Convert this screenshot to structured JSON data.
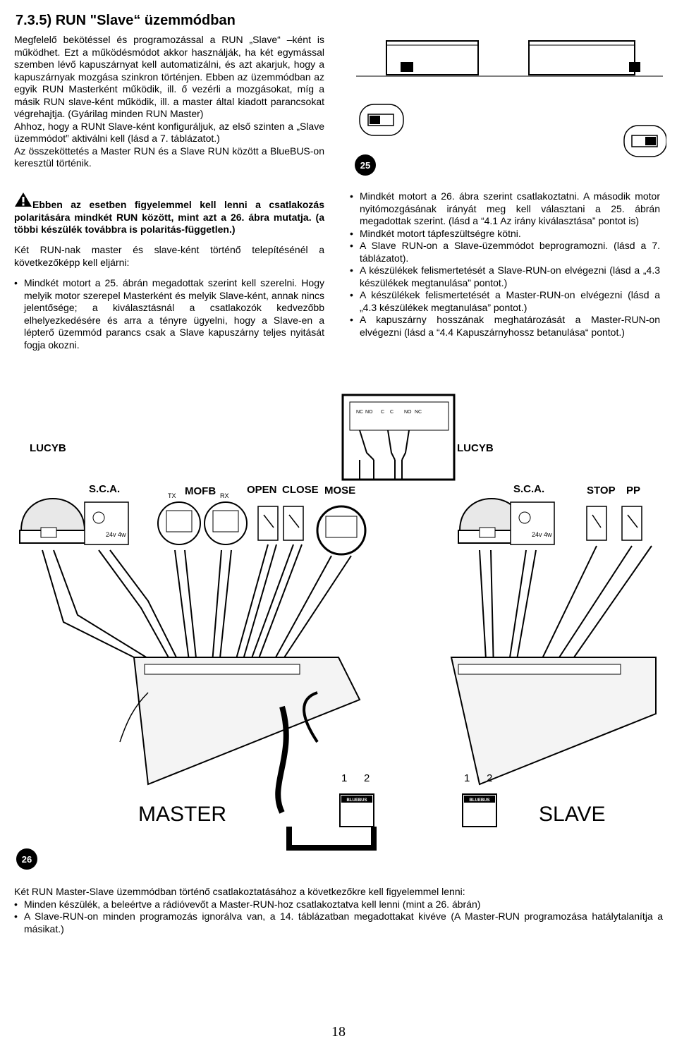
{
  "heading": "7.3.5) RUN \"Slave“ üzemmódban",
  "left_col": {
    "para1": "Megfelelő bekötéssel és programozással a RUN „Slave“ –ként is működhet. Ezt a működésmódot akkor használják, ha két egymással szemben lévő kapuszárnyat kell automatizálni, és azt akarjuk, hogy a kapuszárnyak mozgása szinkron történjen. Ebben az üzemmódban az egyik RUN Masterként működik, ill. ő vezérli a mozgásokat, míg a másik RUN slave-ként működik, ill. a master által kiadott parancsokat végrehajtja. (Gyárilag minden RUN Master)",
    "para2": "Ahhoz, hogy a RUNt Slave-ként konfiguráljuk, az első szinten a „Slave üzemmódot” aktiválni kell (lásd a 7. táblázatot.)",
    "para3": "Az összeköttetés a Master RUN és a Slave RUN között a BlueBUS-on keresztül történik.",
    "warning": "Ebben az esetben figyelemmel kell lenni a csatlakozás polaritására mindkét RUN között, mint azt a 26. ábra mutatja. (a többi készülék továbbra is polaritás-független.)",
    "para4": "Két RUN-nak master és slave-ként történő telepítésénél a következőképp kell eljárni:",
    "bullets": [
      "Mindkét motort a 25. ábrán megadottak szerint kell szerelni. Hogy melyik motor szerepel Masterként és melyik Slave-ként, annak nincs jelentősége; a kiválasztásnál a csatlakozók kedvezőbb elhelyezkedésére és arra a tényre ügyelni, hogy a Slave-en a lépterő üzemmód parancs csak a Slave kapuszárny teljes nyitását fogja okozni."
    ]
  },
  "right_col": {
    "bullets": [
      "Mindkét motort a 26. ábra szerint csatlakoztatni. A második motor nyitómozgásának irányát meg kell választani a 25. ábrán megadottak szerint. (lásd a “4.1 Az irány kiválasztása” pontot is)",
      "Mindkét motort tápfeszültségre kötni.",
      "A Slave RUN-on a Slave-üzemmódot beprogramozni. (lásd a 7. táblázatot).",
      "A készülékek felismertetését a Slave-RUN-on elvégezni (lásd a „4.3 készülékek megtanulása” pontot.)",
      "A készülékek felismertetését a Master-RUN-on elvégezni (lásd a „4.3 készülékek megtanulása” pontot.)",
      "A kapuszárny hosszának meghatározását a Master-RUN-on elvégezni (lásd a “4.4 Kapuszárnyhossz betanulása“ pontot.)"
    ]
  },
  "fig25": {
    "badge": "25"
  },
  "fig26": {
    "badge": "26",
    "lucy_left": "LUCYB",
    "lucy_right": "LUCYB",
    "sca_left": "S.C.A.",
    "sca_right": "S.C.A.",
    "tx": "TX",
    "mofb": "MOFB",
    "rx": "RX",
    "open": "OPEN",
    "close": "CLOSE",
    "mose": "MOSE",
    "stop": "STOP",
    "pp": "PP",
    "bulb_left": "24v 4w",
    "bulb_right": "24v 4w",
    "terminal_top": [
      "NC",
      "NO",
      "C",
      "C",
      "NO",
      "NC"
    ],
    "bluebus_left": "BLUEBUS",
    "bluebus_right": "BLUEBUS",
    "num1_left": "1",
    "num2_left": "2",
    "num1_right": "1",
    "num2_right": "2",
    "master": "MASTER",
    "slave": "SLAVE"
  },
  "bottom": {
    "intro": "Két RUN Master-Slave üzemmódban történő csatlakoztatásához a következőkre kell figyelemmel lenni:",
    "bullets": [
      "Minden készülék, a beleértve a rádióvevőt a Master-RUN-hoz csatlakoztatva kell lenni (mint a 26. ábrán)",
      "A Slave-RUN-on minden programozás ignorálva van, a 14. táblázatban megadottakat kivéve (A Master-RUN programozása hatálytalanítja a másikat.)"
    ]
  },
  "page_number": "18"
}
